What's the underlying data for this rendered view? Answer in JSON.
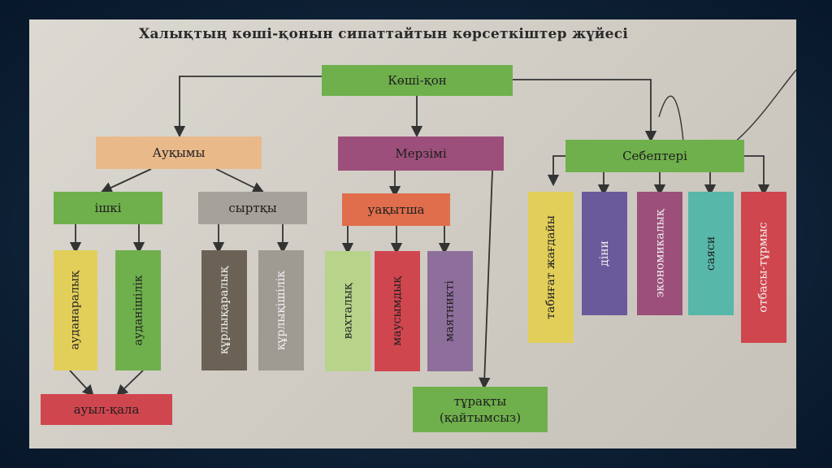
{
  "title": "Халықтың көші-қонын сипаттайтын көрсеткіштер жүйесі",
  "root": {
    "label": "Көші-қон",
    "color": "#6fb04c"
  },
  "categories": {
    "scope": {
      "label": "Ауқымы",
      "color": "#e9b98a",
      "children": {
        "internal": {
          "label": "ішкі",
          "color": "#6fb04c",
          "items": [
            {
              "label": "аудан­аралық",
              "color": "#e2cf5a"
            },
            {
              "label": "аудан­ішілік",
              "color": "#6fb04c"
            }
          ],
          "target": {
            "label": "ауыл-қала",
            "color": "#d0464f"
          }
        },
        "external": {
          "label": "сыртқы",
          "color": "#a6a19a",
          "items": [
            {
              "label": "құрлықаралық",
              "color": "#6b6255"
            },
            {
              "label": "құрлықішілік",
              "color": "#9f9a92"
            }
          ]
        }
      }
    },
    "duration": {
      "label": "Мерзімі",
      "color": "#9c4f7a",
      "children": {
        "temporary": {
          "label": "уақытша",
          "color": "#e06e4c",
          "items": [
            {
              "label": "вахталық",
              "color": "#b7d48a"
            },
            {
              "label": "маусымдық",
              "color": "#d0464f"
            },
            {
              "label": "маятникті",
              "color": "#8e6f9c"
            }
          ]
        },
        "permanent": {
          "label_line1": "тұрақты",
          "label_line2": "(қайтымсыз)",
          "color": "#6fb04c"
        }
      }
    },
    "reasons": {
      "label": "Себептері",
      "color": "#6fb04c",
      "items": [
        {
          "label": "табиғат жағдайы",
          "color": "#e2cf5a"
        },
        {
          "label": "діни",
          "color": "#6a5a9c"
        },
        {
          "label": "экономикалық",
          "color": "#9c4f7a"
        },
        {
          "label": "саяси",
          "color": "#57b7a8"
        },
        {
          "label": "отбасы-тұрмыс",
          "color": "#d0464f"
        }
      ]
    }
  }
}
